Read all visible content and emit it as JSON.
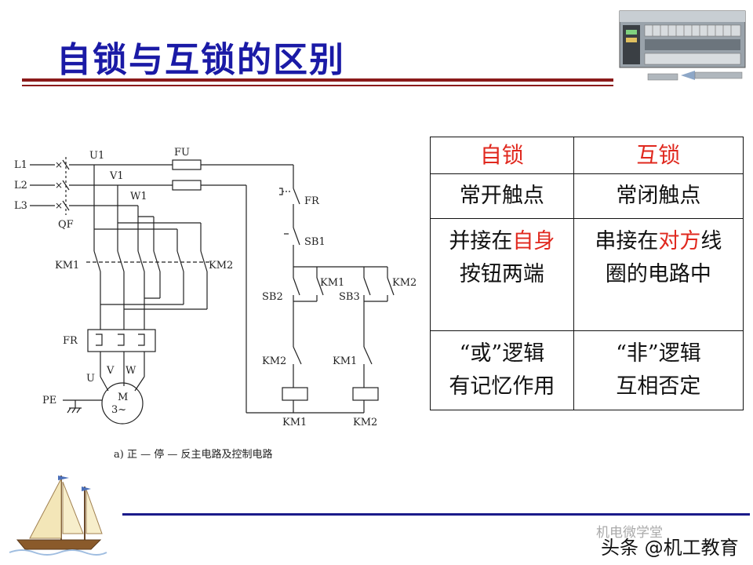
{
  "title": "自锁与互锁的区别",
  "circuit": {
    "lines": [
      "L1",
      "L2",
      "L3"
    ],
    "breaker": "QF",
    "phases": [
      "U1",
      "V1",
      "W1"
    ],
    "fuse": "FU",
    "contactor_1": "KM1",
    "contactor_2": "KM2",
    "thermal_relay": "FR",
    "motor_terminals": [
      "U",
      "V",
      "W"
    ],
    "motor_label": "M",
    "motor_sub": "3~",
    "ground": "PE",
    "stop_button": "SB1",
    "start_button_1": "SB2",
    "start_button_2": "SB3",
    "caption": "a) 正 — 停 — 反主电路及控制电路"
  },
  "table": {
    "header_left": "自锁",
    "header_right": "互锁",
    "row1_left": "常开触点",
    "row1_right": "常闭触点",
    "row2_left_a": "并接在",
    "row2_left_red": "自身",
    "row2_left_b": "按钮两端",
    "row2_right_a": "串接在",
    "row2_right_red": "对方",
    "row2_right_b": "线",
    "row2_right_c": "圈的电路中",
    "row3_left_a": "“或”逻辑",
    "row3_left_b": "有记忆作用",
    "row3_right_a": "“非”逻辑",
    "row3_right_b": "互相否定"
  },
  "watermark": {
    "top": "机电微学堂",
    "bottom": "头条 @机工教育"
  },
  "colors": {
    "title": "#1a1aa6",
    "accent_red": "#e0281e",
    "rule": "#8b1a1a"
  }
}
